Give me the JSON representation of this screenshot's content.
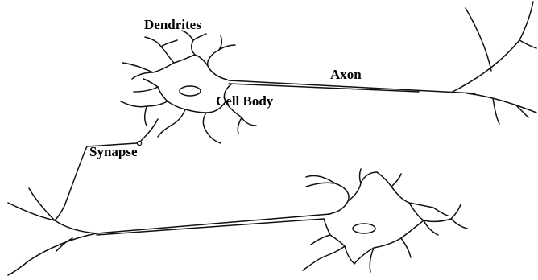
{
  "labels": {
    "dendrites": "Dendrites",
    "axon": "Axon",
    "cell_body": "Cell Body",
    "synapse": "Synapse"
  },
  "colors": {
    "stroke": "#111111",
    "background": "#ffffff"
  }
}
